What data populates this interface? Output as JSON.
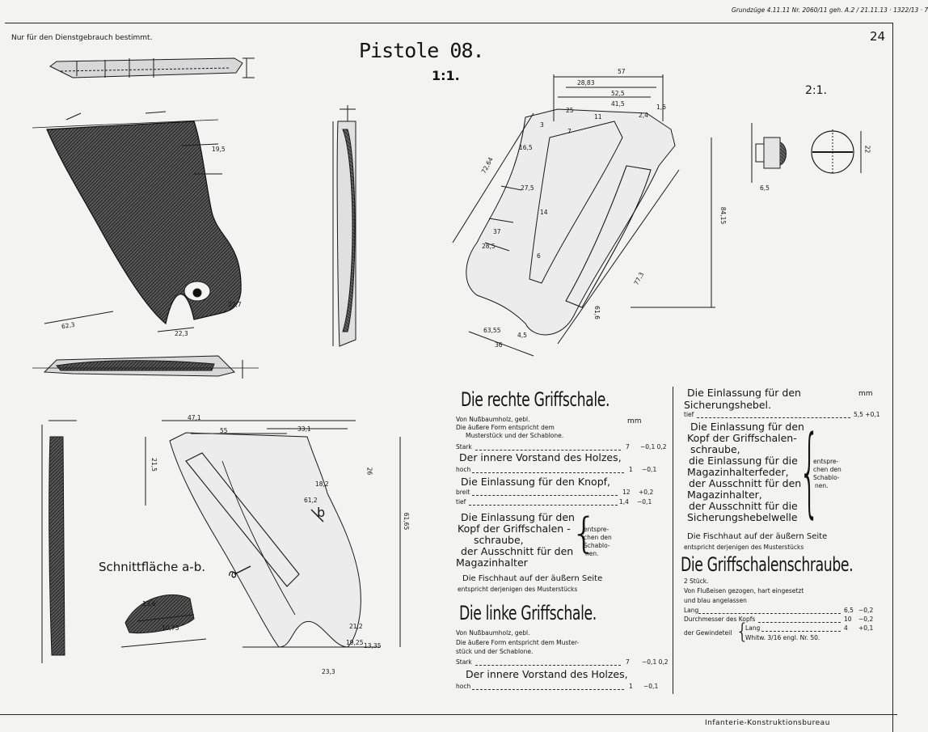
{
  "header": {
    "signature": "Grundzüge 4.11.11 Nr. 2060/11 geh. A.2 / 21.11.13 · 1322/13 · 7",
    "sheet_number": "24",
    "restriction": "Nur für den Dienstgebrauch bestimmt.",
    "title": "Pistole 08.",
    "scale": "1:1."
  },
  "detail_scale": "2:1.",
  "section_label": "Schnittfläche a-b.",
  "letter_a": "a",
  "letter_b": "b",
  "footer": {
    "office": "Infanterie-Konstruktionsbureau"
  },
  "dimensions": {
    "d57": "57",
    "d2883": "28,83",
    "d523": "52,5",
    "d415": "41,5",
    "d25": "25",
    "d3": "3",
    "d11": "11",
    "d7": "7",
    "d24": "2,4",
    "d16": "1,6",
    "d8415": "84,15",
    "d7264": "72,64",
    "d773": "77,3",
    "d616": "61,6",
    "d6": "6",
    "d14": "14",
    "d165": "16,5",
    "d275": "27,5",
    "d37": "37",
    "d285": "28,5",
    "d45": "4,5",
    "d36": "36",
    "d6355": "63,55",
    "d22": "22",
    "d65": "6,5",
    "d471": "47,1",
    "d55": "55",
    "d331": "33,1",
    "d215": "21,5",
    "d26": "26",
    "d182": "18,2",
    "d612": "61,2",
    "d233": "23,3",
    "d6165": "61,65",
    "d212": "21,2",
    "d1925": "19,25",
    "d1335": "13,35",
    "d136": "13,6",
    "d1075": "10,75",
    "d623": "62,3",
    "d195": "19,5",
    "d227": "22,7",
    "d223": "22,3"
  },
  "right_grip": {
    "title": "Die rechte Griffschale.",
    "unit": "mm",
    "material_1": "Von Nußbaumholz, gebl.",
    "material_2": "Die äußere Form entspricht dem",
    "material_3": "Musterstück und der Schablone.",
    "r1_label": "Stark",
    "r1_value": "7",
    "r1_tol": "−0,1 0,2",
    "r2_head": "Der innere Vorstand des Holzes,",
    "r2_label": "hoch",
    "r2_value": "1",
    "r2_tol": "−0,1",
    "r3_head": "Die Einlassung für den Knopf,",
    "r3_label": "breit",
    "r3_value": "12",
    "r3_tol": "+0,2",
    "r4_label": "tief",
    "r4_value": "1,4",
    "r4_tol": "−0,1",
    "r5_l1": "Die Einlassung für den",
    "r5_l2": "Kopf der Griffschalen -",
    "r5_l3": "schraube,",
    "r5_l4": "der Ausschnitt für den",
    "r5_l5": "Magazinhalter",
    "r5_brace_1": "entspre-",
    "r5_brace_2": "chen den",
    "r5_brace_3": "Schablo-",
    "r5_brace_4": "nen.",
    "r6_l1": "Die Fischhaut auf der äußern Seite",
    "r6_l2": "entspricht derjenigen des Musterstücks"
  },
  "left_grip": {
    "title": "Die linke Griffschale.",
    "material_1": "Von Nußbaumholz, gebl.",
    "material_2": "Die äußere Form entspricht dem Muster-",
    "material_3": "stück und der Schablone.",
    "r1_label": "Stark",
    "r1_value": "7",
    "r1_tol": "−0,1 0,2",
    "r2_head": "Der innere Vorstand des Holzes,",
    "r2_label": "hoch",
    "r2_value": "1",
    "r2_tol": "−0,1"
  },
  "right_col": {
    "h1_l1": "Die Einlassung für den",
    "h1_l2": "Sicherungshebel.",
    "unit": "mm",
    "h1_label": "tief",
    "h1_value": "5,5 +0,1",
    "b_l1": "Die Einlassung für den",
    "b_l2": "Kopf der Griffschalen-",
    "b_l3": "schraube,",
    "b_l4": "die Einlassung für die",
    "b_l5": "Magazinhalterfeder,",
    "b_l6": "der Ausschnitt für den",
    "b_l7": "Magazinhalter,",
    "b_l8": "der Ausschnitt für die",
    "b_l9": "Sicherungshebelwelle",
    "brace_1": "entspre-",
    "brace_2": "chen den",
    "brace_3": "Schablo-",
    "brace_4": "nen.",
    "fisch_l1": "Die Fischhaut auf der äußern Seite",
    "fisch_l2": "entspricht derjenigen des Musterstücks"
  },
  "screw": {
    "title": "Die Griffschalenschraube.",
    "count": "2 Stück.",
    "material_1": "Von Flußeisen gezogen, hart eingesetzt",
    "material_2": "und blau angelassen",
    "s1_label": "Lang",
    "s1_value": "6,5",
    "s1_tol": "−0,2",
    "s2_label": "Durchmesser des Kopfs",
    "s2_value": "10",
    "s2_tol": "−0,2",
    "s3_prefix": "der Gewindeteil",
    "s3_label": "Lang",
    "s3_value": "4",
    "s3_tol": "+0,1",
    "s4_label": "Whitw. 3/16 engl. Nr. 50."
  },
  "colors": {
    "paper": "#f3f3f1",
    "ink": "#141414",
    "hatch": "#3a3a3a"
  }
}
